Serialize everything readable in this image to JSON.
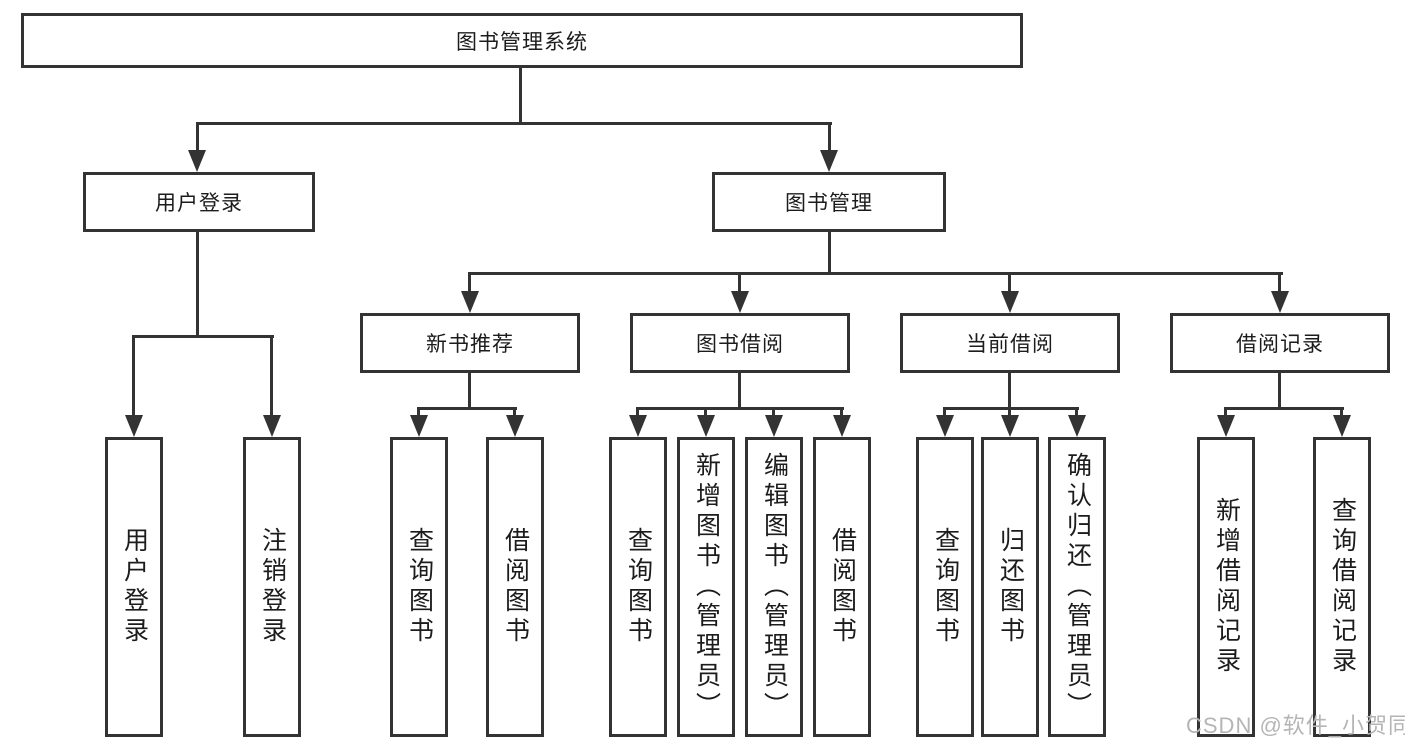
{
  "colors": {
    "line": "#333333",
    "text": "#1c1c1c",
    "box_bg": "#ffffff",
    "watermark": "#b5b5b5"
  },
  "watermark": {
    "text": "CSDN @软件_小贺同学"
  },
  "diagram": {
    "root": {
      "label": "图书管理系统",
      "children": [
        {
          "label": "用户登录",
          "children": [
            {
              "label": "用户登录"
            },
            {
              "label": "注销登录"
            }
          ]
        },
        {
          "label": "图书管理",
          "children": [
            {
              "label": "新书推荐",
              "children": [
                {
                  "label": "查询图书"
                },
                {
                  "label": "借阅图书"
                }
              ]
            },
            {
              "label": "图书借阅",
              "children": [
                {
                  "label": "查询图书"
                },
                {
                  "label": "新增图书（管理员）"
                },
                {
                  "label": "编辑图书（管理员）"
                },
                {
                  "label": "借阅图书"
                }
              ]
            },
            {
              "label": "当前借阅",
              "children": [
                {
                  "label": "查询图书"
                },
                {
                  "label": "归还图书"
                },
                {
                  "label": "确认归还（管理员）"
                }
              ]
            },
            {
              "label": "借阅记录",
              "children": [
                {
                  "label": "新增借阅记录"
                },
                {
                  "label": "查询借阅记录"
                }
              ]
            }
          ]
        }
      ]
    }
  }
}
